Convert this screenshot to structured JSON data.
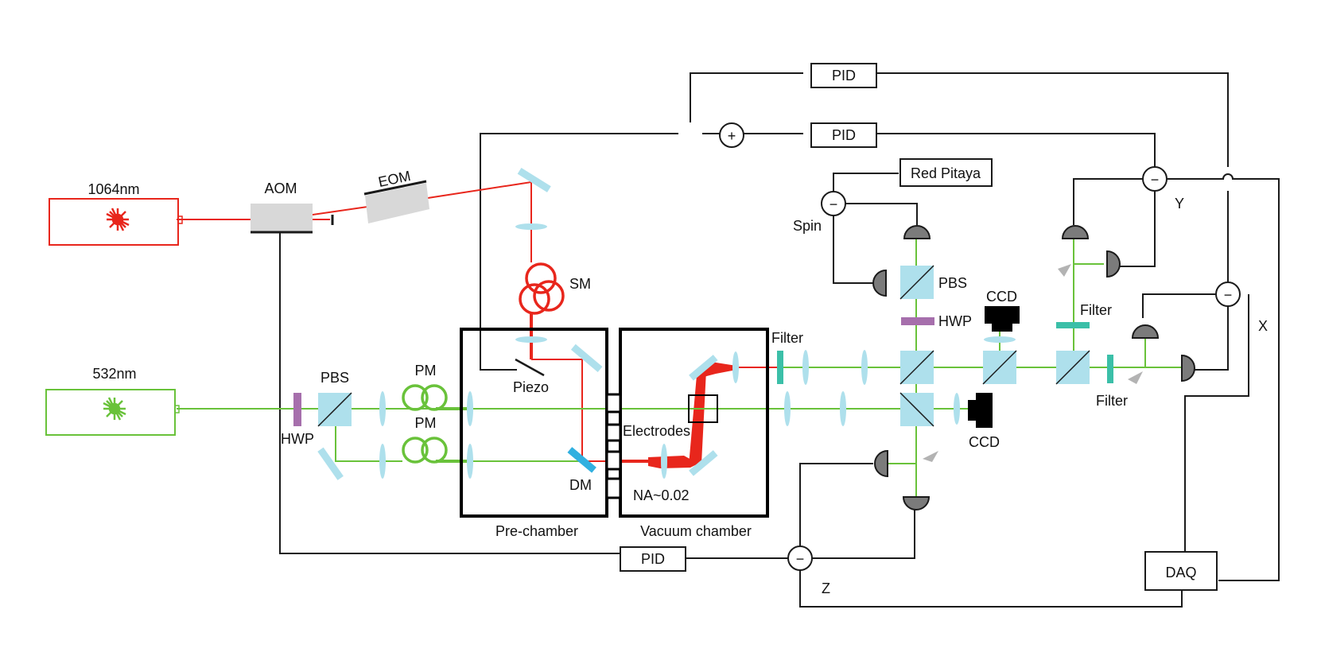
{
  "labels": {
    "laser_1064": "1064nm",
    "laser_532": "532nm",
    "aom": "AOM",
    "eom": "EOM",
    "sm": "SM",
    "pm_top": "PM",
    "pm_bottom": "PM",
    "pbs_left": "PBS",
    "pbs_right": "PBS",
    "hwp_left": "HWP",
    "hwp_right": "HWP",
    "piezo": "Piezo",
    "dm": "DM",
    "electrodes": "Electrodes",
    "na": "NA~0.02",
    "pre_chamber": "Pre-chamber",
    "vacuum_chamber": "Vacuum chamber",
    "filter_left": "Filter",
    "filter_mid": "Filter",
    "filter_right": "Filter",
    "ccd_top": "CCD",
    "ccd_bottom": "CCD",
    "spin": "Spin",
    "red_pitaya": "Red Pitaya",
    "pid_top": "PID",
    "pid_mid": "PID",
    "pid_bottom": "PID",
    "axis_x": "X",
    "axis_y": "Y",
    "axis_z": "Z",
    "daq": "DAQ",
    "plus_symbol": "+",
    "minus_symbol": "−"
  },
  "colors": {
    "laser_1064": "#e8261c",
    "laser_532": "#69c23a",
    "optic": "#aee0ec",
    "hwp": "#a66fac",
    "filter": "#3bbfa8",
    "photodiode": "#7b7b7b",
    "wire": "#1a1a1a"
  }
}
